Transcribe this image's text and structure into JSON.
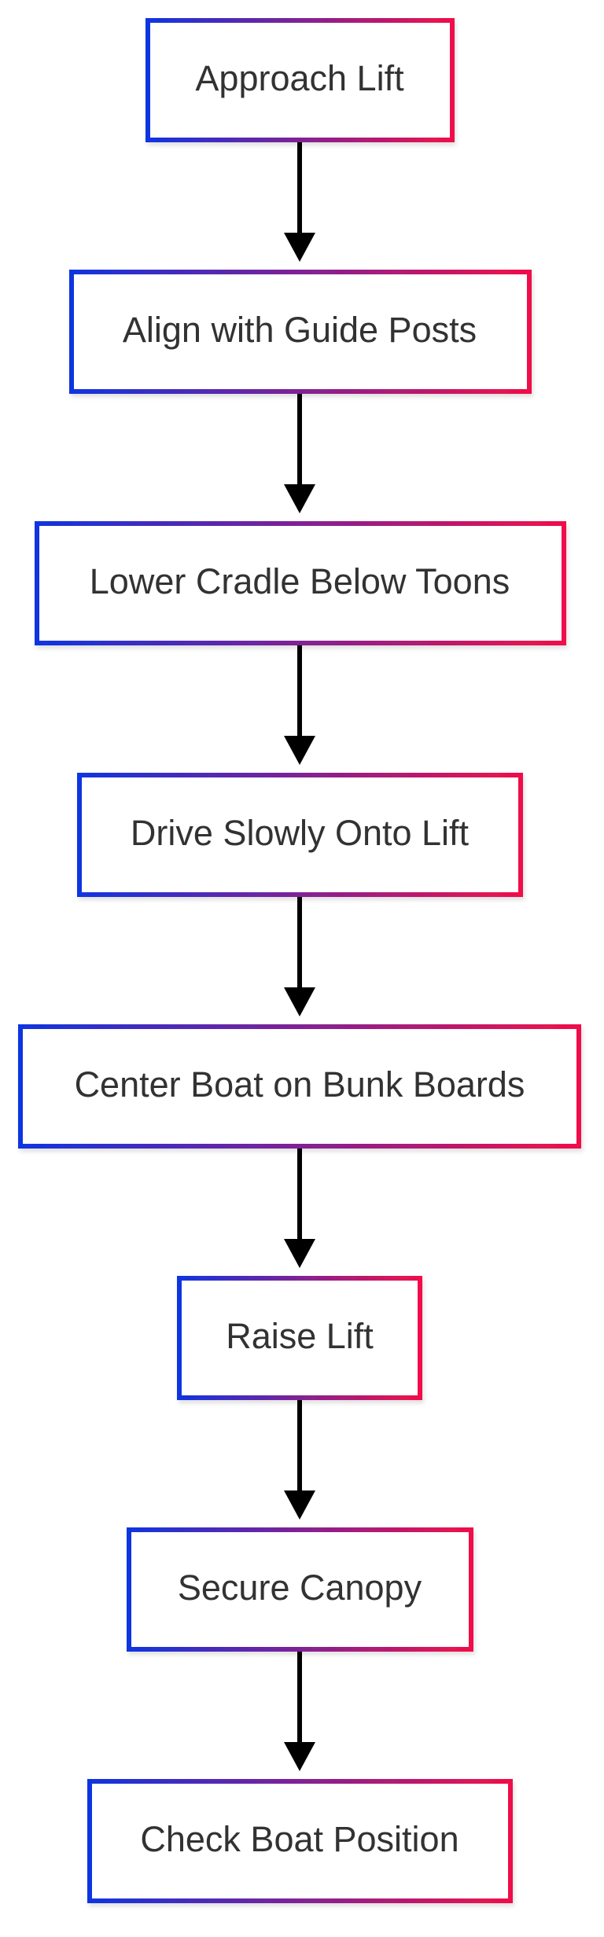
{
  "diagram": {
    "type": "flowchart",
    "direction": "top-to-bottom",
    "colors": {
      "border_start": "#1034e0",
      "border_end": "#f0104a",
      "text": "#333333",
      "arrow": "#000000",
      "background": "#ffffff"
    },
    "nodes": [
      {
        "id": "n1",
        "label": "Approach Lift"
      },
      {
        "id": "n2",
        "label": "Align with Guide Posts"
      },
      {
        "id": "n3",
        "label": "Lower Cradle Below Toons"
      },
      {
        "id": "n4",
        "label": "Drive Slowly Onto Lift"
      },
      {
        "id": "n5",
        "label": "Center Boat on Bunk Boards"
      },
      {
        "id": "n6",
        "label": "Raise Lift"
      },
      {
        "id": "n7",
        "label": "Secure Canopy"
      },
      {
        "id": "n8",
        "label": "Check Boat Position"
      }
    ],
    "edges": [
      {
        "from": "n1",
        "to": "n2"
      },
      {
        "from": "n2",
        "to": "n3"
      },
      {
        "from": "n3",
        "to": "n4"
      },
      {
        "from": "n4",
        "to": "n5"
      },
      {
        "from": "n5",
        "to": "n6"
      },
      {
        "from": "n6",
        "to": "n7"
      },
      {
        "from": "n7",
        "to": "n8"
      }
    ]
  }
}
